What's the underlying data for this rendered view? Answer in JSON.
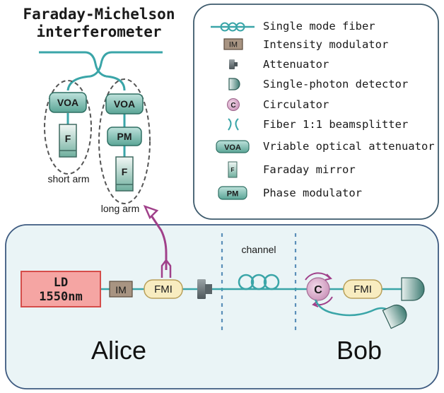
{
  "title": {
    "line1": "Faraday-Michelson",
    "line2": "interferometer"
  },
  "interferometer": {
    "voa_label": "VOA",
    "pm_label": "PM",
    "faraday_label": "F",
    "short_arm": "short arm",
    "long_arm": "long arm"
  },
  "legend": {
    "items": [
      {
        "icon": "fiber-coil-icon",
        "label": "Single mode fiber"
      },
      {
        "icon": "intensity-modulator-icon",
        "label": "Intensity modulator"
      },
      {
        "icon": "attenuator-icon",
        "label": "Attenuator"
      },
      {
        "icon": "single-photon-detector-icon",
        "label": "Single-photon detector"
      },
      {
        "icon": "circulator-icon",
        "label": "Circulator"
      },
      {
        "icon": "beamsplitter-icon",
        "label": "Fiber 1:1 beamsplitter"
      },
      {
        "icon": "voa-icon",
        "label": "Vriable optical attenuator"
      },
      {
        "icon": "faraday-mirror-icon",
        "label": "Faraday mirror"
      },
      {
        "icon": "phase-modulator-icon",
        "label": "Phase modulator"
      }
    ],
    "icon_text": {
      "im": "IM",
      "circ": "C",
      "voa": "VOA",
      "faraday": "F",
      "pm": "PM"
    }
  },
  "system": {
    "ld_line1": "LD",
    "ld_line2": "1550nm",
    "im_label": "IM",
    "fmi_alice": "FMI",
    "fmi_bob": "FMI",
    "circulator_label": "C",
    "channel_label": "channel",
    "alice": "Alice",
    "bob": "Bob"
  },
  "colors": {
    "fiber": "#3aa5a8",
    "teal_fill": "#6fb3a6",
    "panel_fill": "#eaf4f6",
    "panel_stroke": "#3d5a80",
    "ld_fill": "#f4a0a0",
    "ld_stroke": "#d9534f",
    "fmi_fill": "#f8ecc0",
    "circulator": "#d9a8c9",
    "arrow": "#a0408a",
    "im_fill": "#a89482"
  }
}
